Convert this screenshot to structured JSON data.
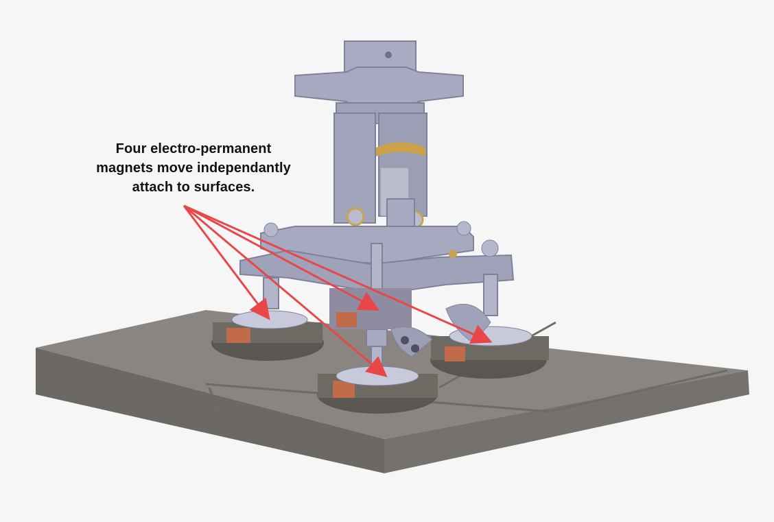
{
  "annotation": {
    "lines": [
      "Four electro-permanent",
      "magnets move independantly",
      "attach to surfaces."
    ]
  },
  "colors": {
    "background": "#f6f6f6",
    "metal": "#a7a9c1",
    "metal_dark": "#7f8198",
    "floor_top": "#8a8580",
    "floor_side": "#6c6864",
    "foot_dark": "#5a5651",
    "coil": "#c06a4a",
    "bearing": "#c9a24a",
    "arrow": "#e8474a",
    "text": "#111111"
  }
}
